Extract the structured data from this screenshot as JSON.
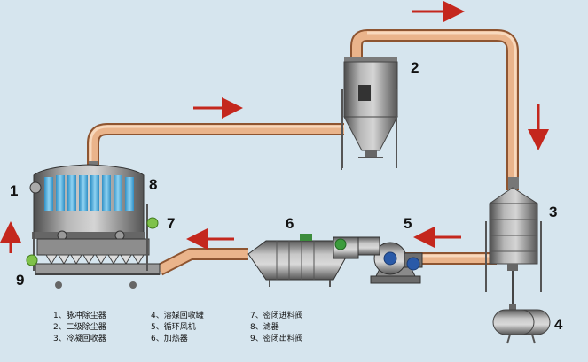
{
  "labels": {
    "l1": "1",
    "l2": "2",
    "l3": "3",
    "l4": "4",
    "l5": "5",
    "l6": "6",
    "l7": "7",
    "l8": "8",
    "l9": "9"
  },
  "legend": {
    "col1": [
      "1、脉冲除尘器",
      "2、二级除尘器",
      "3、冷凝回收器"
    ],
    "col2": [
      "4、溶媒回收罐",
      "5、循环风机",
      "6、加热器"
    ],
    "col3": [
      "7、密闭进料阀",
      "8、滤器",
      "9、密闭出料阀"
    ]
  },
  "colors": {
    "background": "#d6e5ee",
    "pipe": "#e3a87e",
    "vessel": "#8c8c8c",
    "window": "#4aa7d6",
    "arrow": "#c4271d"
  }
}
